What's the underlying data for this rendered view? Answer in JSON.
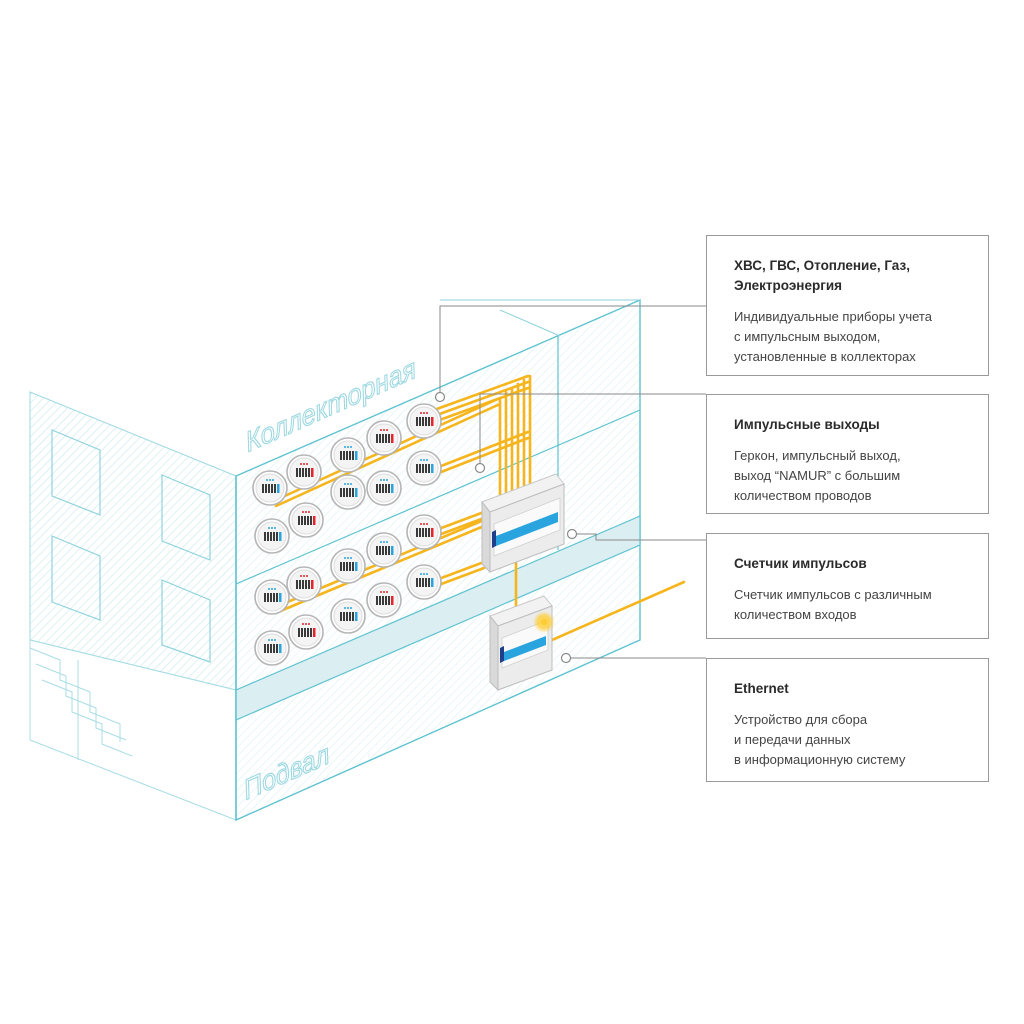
{
  "floor_labels": {
    "top": "Коллекторная",
    "bottom": "Подвал"
  },
  "callouts": [
    {
      "id": "meters",
      "title_lines": [
        "ХВС, ГВС, Отопление, Газ,",
        "Электроэнергия"
      ],
      "desc_lines": [
        "Индивидуальные приборы учета",
        "с импульсным выходом,",
        "установленные в коллекторах"
      ]
    },
    {
      "id": "pulse-outputs",
      "title_lines": [
        "Импульсные выходы"
      ],
      "desc_lines": [
        "Геркон, импульсный выход,",
        "выход “NAMUR” с большим",
        "количеством проводов"
      ]
    },
    {
      "id": "pulse-counter",
      "title_lines": [
        "Счетчик импульсов"
      ],
      "desc_lines": [
        "Счетчик импульсов с различным",
        "количеством входов"
      ]
    },
    {
      "id": "ethernet",
      "title_lines": [
        "Ethernet"
      ],
      "desc_lines": [
        "Устройство для сбора",
        "и передачи данных",
        "в информационную систему"
      ]
    }
  ],
  "colors": {
    "building_line": "#5ec3d0",
    "wire": "#f6b51c",
    "meter_bars": "#3a3a3a",
    "meter_accent_red": "#e4232b",
    "meter_accent_blue": "#2aa4de",
    "device_stripe": "#2aa4de",
    "led": "#ffcc33"
  }
}
